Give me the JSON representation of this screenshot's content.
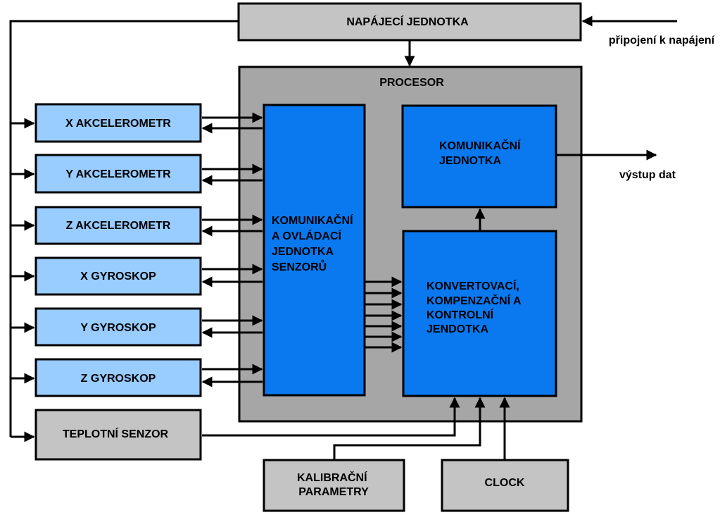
{
  "power_unit": "NAPÁJECÍ JEDNOTKA",
  "power_input_label": "připojení k napájení",
  "processor_label": "PROCESOR",
  "sensors": [
    "X AKCELEROMETR",
    "Y AKCELEROMETR",
    "Z AKCELEROMETR",
    "X GYROSKOP",
    "Y GYROSKOP",
    "Z GYROSKOP"
  ],
  "temperature_sensor": "TEPLOTNÍ SENZOR",
  "sensor_unit_lines": [
    "KOMUNIKAČNÍ",
    "A OVLÁDACÍ",
    "JEDNOTKA",
    "SENZORŮ"
  ],
  "communication_unit_lines": [
    "KOMUNIKAČNÍ",
    "JEDNOTKA"
  ],
  "conversion_unit_lines": [
    "KONVERTOVACÍ,",
    "KOMPENZAČNÍ A",
    "KONTROLNÍ",
    "JENDOTKA"
  ],
  "data_output_label": "výstup dat",
  "calibration_lines": [
    "KALIBRAČNÍ",
    "PARAMETRY"
  ],
  "clock_label": "CLOCK",
  "colors": {
    "light_blue": "#99ccff",
    "blue": "#0a79f0",
    "gray_box": "#c4c4c4",
    "processor_gray": "#a6a6a6"
  }
}
